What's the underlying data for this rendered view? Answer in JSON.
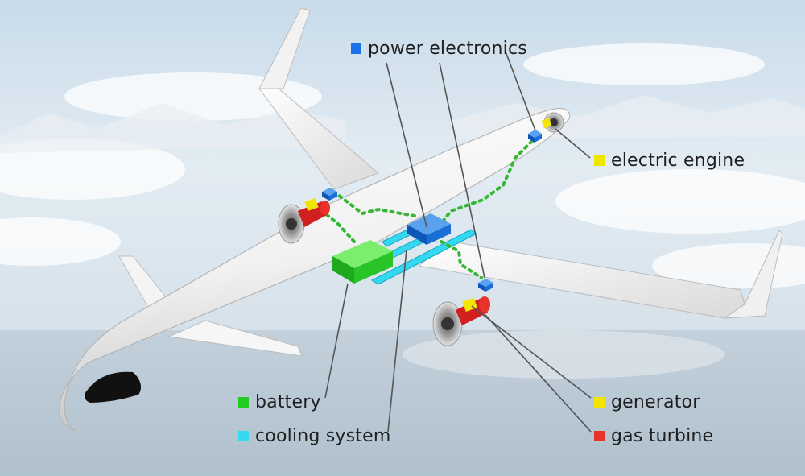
{
  "colors": {
    "power_electronics": "#1a73e8",
    "electric_engine": "#f2e600",
    "battery": "#22cc22",
    "cooling_system": "#34d8f0",
    "generator": "#f2e600",
    "gas_turbine": "#e8322b",
    "power_line": "#36b836"
  },
  "labels": {
    "power_electronics": "power electronics",
    "electric_engine": "electric engine",
    "battery": "battery",
    "cooling_system": "cooling system",
    "generator": "generator",
    "gas_turbine": "gas turbine"
  }
}
